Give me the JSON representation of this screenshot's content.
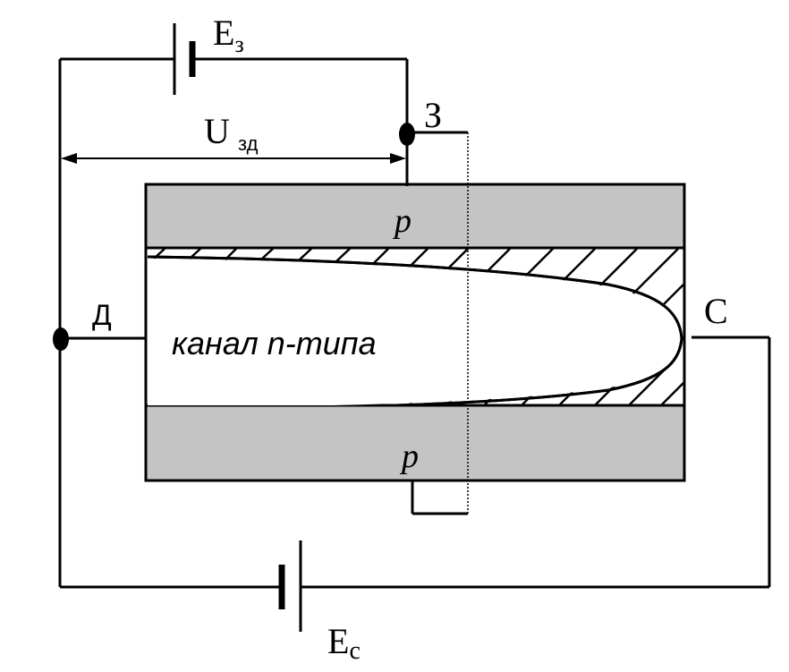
{
  "labels": {
    "gate_source": {
      "main": "E",
      "sub": "з"
    },
    "drain_source": {
      "main": "E",
      "sub": "с"
    },
    "gate_voltage": {
      "main": "U",
      "sub": "зд"
    },
    "gate_terminal": "З",
    "drain_terminal": "Д",
    "source_terminal": "С",
    "p_top": "p",
    "p_bottom": "p",
    "channel": "канал n-типа"
  },
  "colors": {
    "p_region_fill": "#c4c4c4",
    "line": "#000000",
    "background": "#ffffff"
  }
}
